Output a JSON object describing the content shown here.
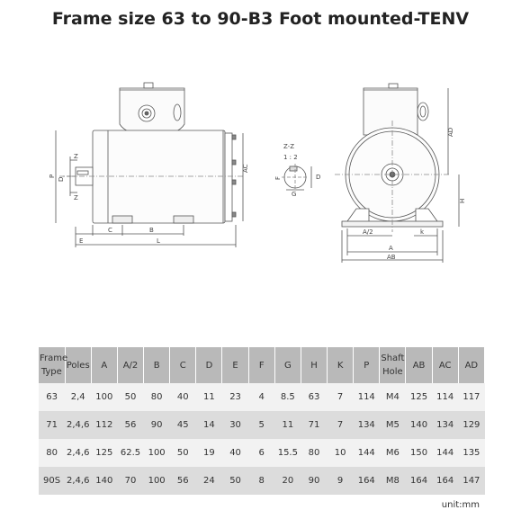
{
  "title": "Frame size 63 to 90-B3 Foot mounted-TENV",
  "drawing_labels": {
    "side": {
      "E": "E",
      "C": "C",
      "B": "B",
      "L": "L",
      "AC": "AC",
      "D": "D",
      "P": "P",
      "Z": "Z"
    },
    "section": {
      "zz": "Z-Z",
      "ratio": "1 : 2",
      "F": "F",
      "D": "D",
      "G": "G"
    },
    "front": {
      "AD": "AD",
      "H": "H",
      "A2": "A/2",
      "k": "k",
      "A": "A",
      "AB": "AB"
    }
  },
  "table": {
    "headers": [
      [
        "Frame",
        "Type"
      ],
      [
        "Poles"
      ],
      [
        "A"
      ],
      [
        "A/2"
      ],
      [
        "B"
      ],
      [
        "C"
      ],
      [
        "D"
      ],
      [
        "E"
      ],
      [
        "F"
      ],
      [
        "G"
      ],
      [
        "H"
      ],
      [
        "K"
      ],
      [
        "P"
      ],
      [
        "Shaft",
        "Hole"
      ],
      [
        "AB"
      ],
      [
        "AC"
      ],
      [
        "AD"
      ]
    ],
    "rows": [
      [
        "63",
        "2,4",
        "100",
        "50",
        "80",
        "40",
        "11",
        "23",
        "4",
        "8.5",
        "63",
        "7",
        "114",
        "M4",
        "125",
        "114",
        "117"
      ],
      [
        "71",
        "2,4,6",
        "112",
        "56",
        "90",
        "45",
        "14",
        "30",
        "5",
        "11",
        "71",
        "7",
        "134",
        "M5",
        "140",
        "134",
        "129"
      ],
      [
        "80",
        "2,4,6",
        "125",
        "62.5",
        "100",
        "50",
        "19",
        "40",
        "6",
        "15.5",
        "80",
        "10",
        "144",
        "M6",
        "150",
        "144",
        "135"
      ],
      [
        "90S",
        "2,4,6",
        "140",
        "70",
        "100",
        "56",
        "24",
        "50",
        "8",
        "20",
        "90",
        "9",
        "164",
        "M8",
        "164",
        "164",
        "147"
      ]
    ]
  },
  "unit": "unit:mm"
}
